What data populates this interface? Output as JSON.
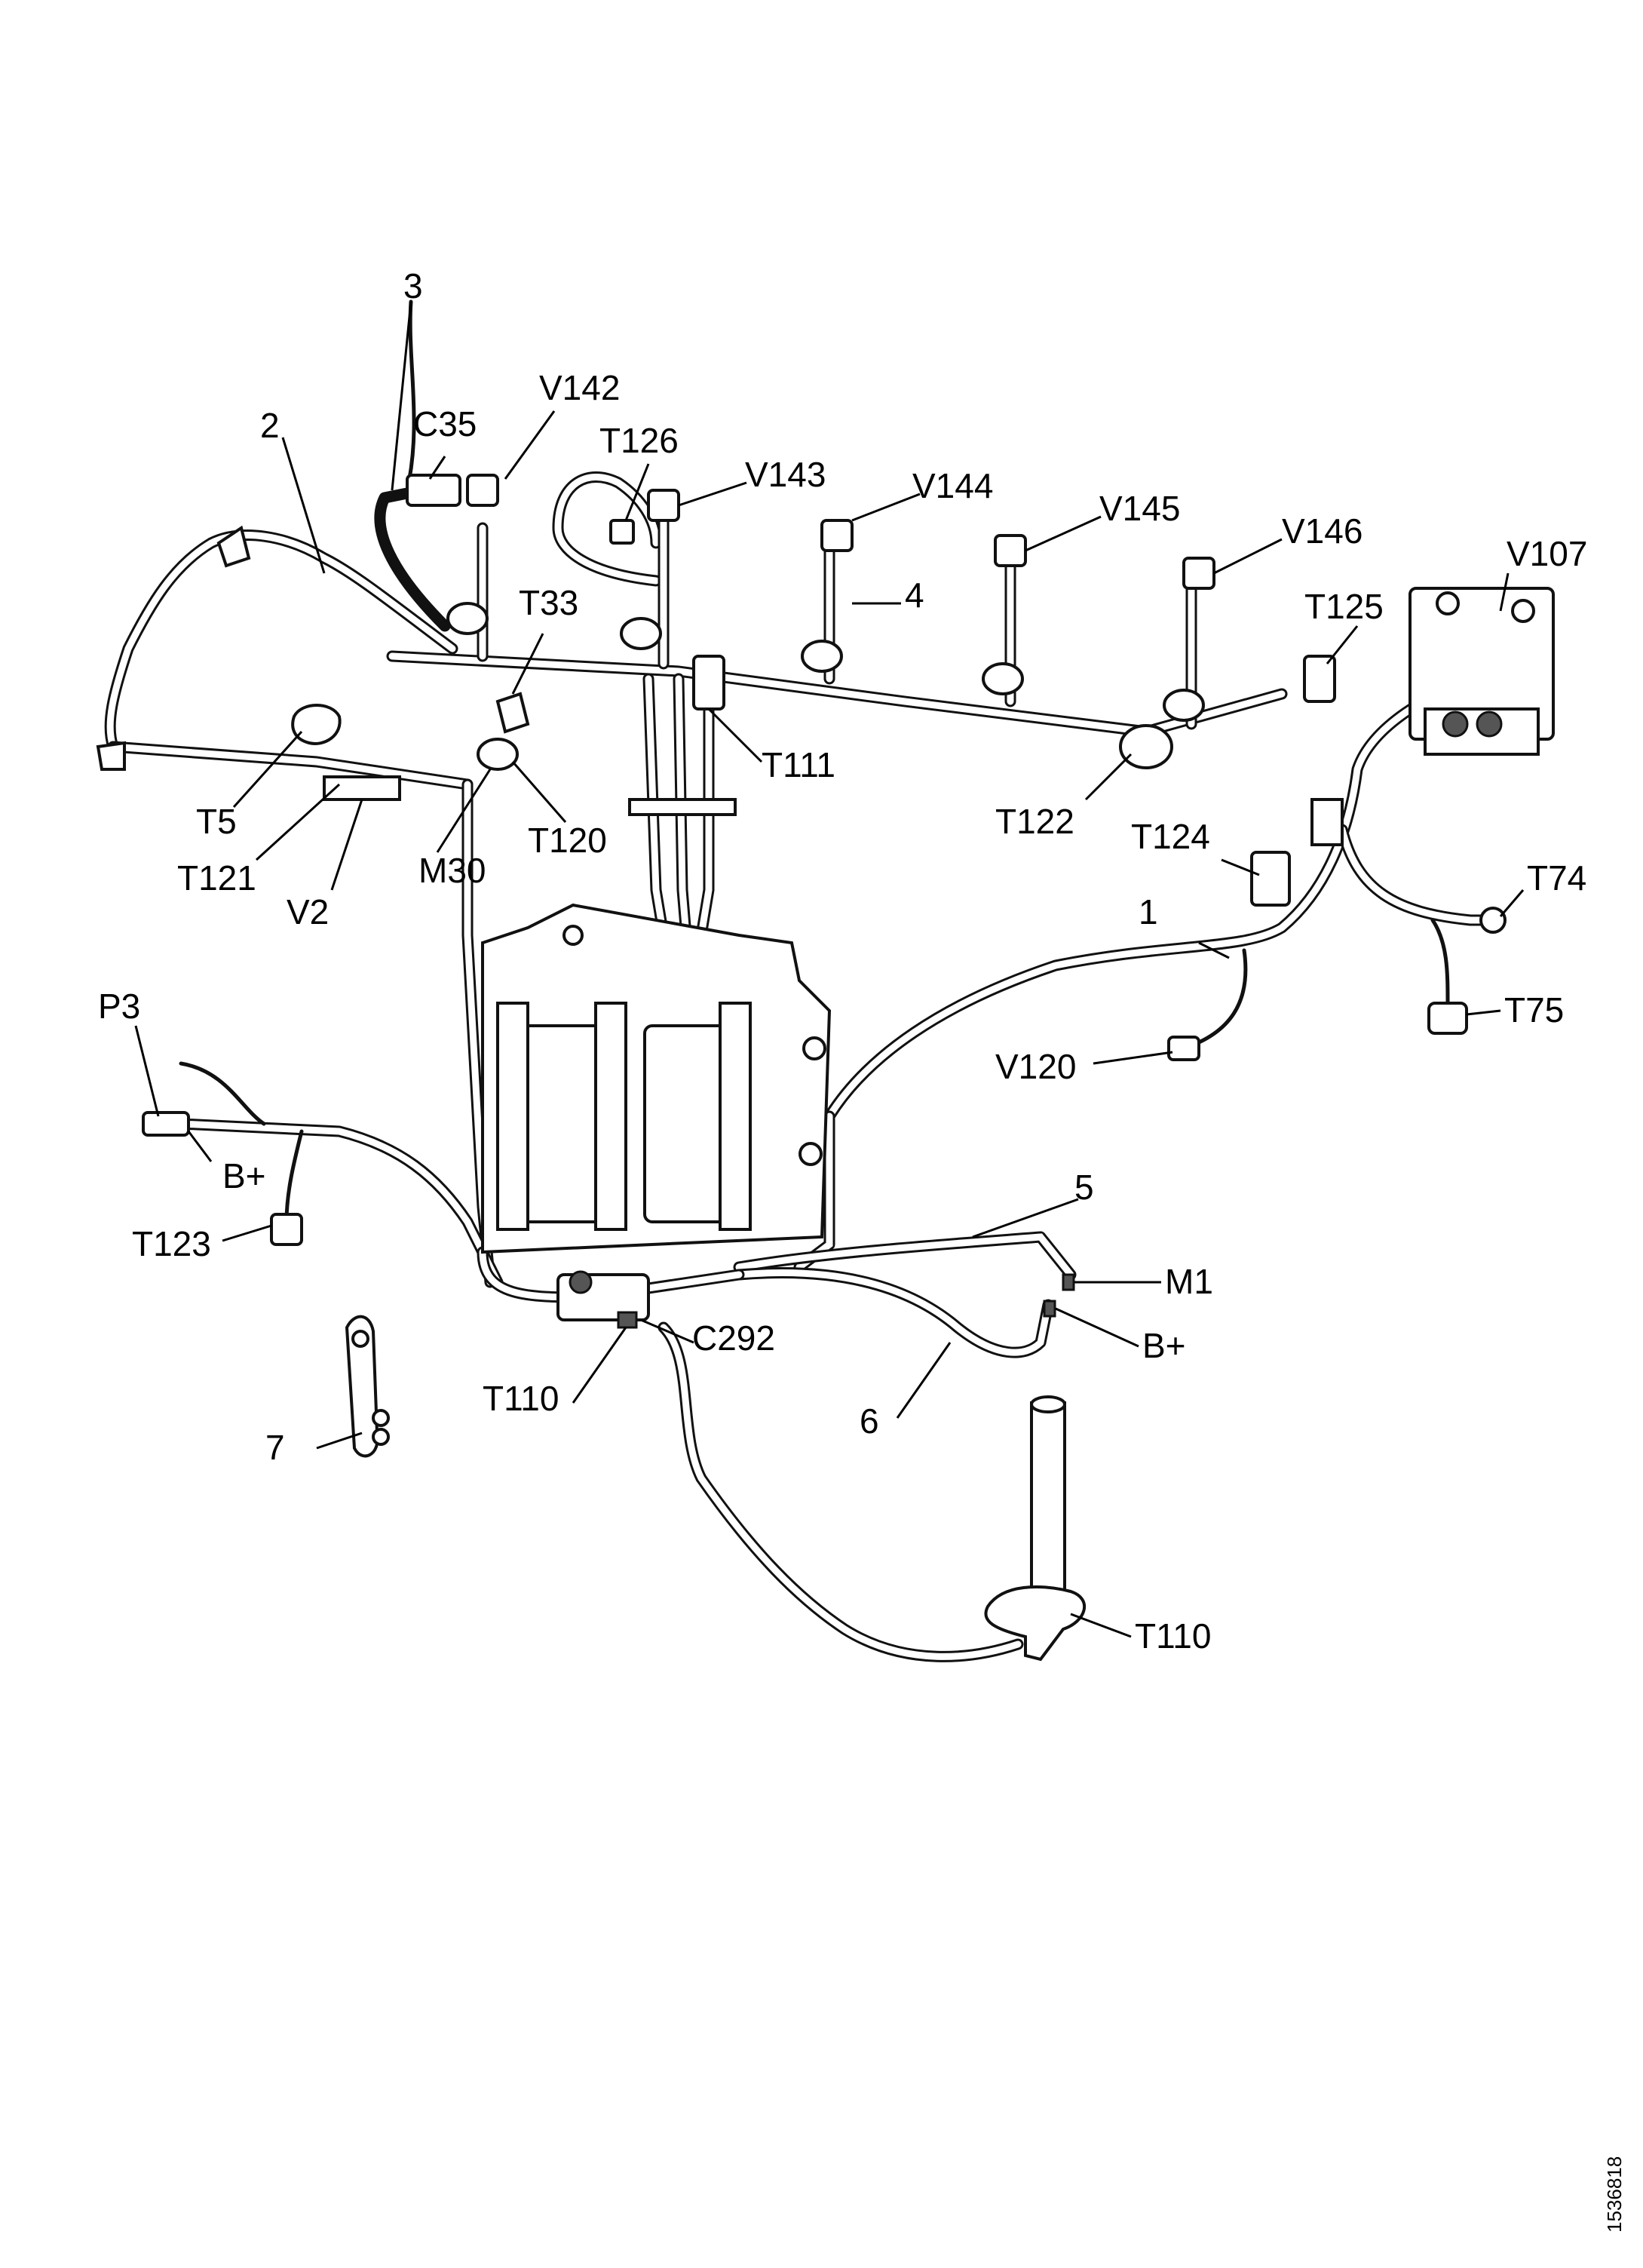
{
  "labels": {
    "n1": "1",
    "n2": "2",
    "n3": "3",
    "n4": "4",
    "n5": "5",
    "n6": "6",
    "n7": "7",
    "v142": "V142",
    "c35": "C35",
    "t126": "T126",
    "v143": "V143",
    "v144": "V144",
    "v145": "V145",
    "v146": "V146",
    "v107": "V107",
    "t125": "T125",
    "t33": "T33",
    "t111": "T111",
    "t122": "T122",
    "t124": "T124",
    "t74": "T74",
    "t75": "T75",
    "v120": "V120",
    "t5": "T5",
    "t121": "T121",
    "v2": "V2",
    "m30": "M30",
    "t120": "T120",
    "p3": "P3",
    "bplus_left": "B+",
    "t123": "T123",
    "m1": "M1",
    "bplus_right": "B+",
    "c292": "C292",
    "t110_center": "T110",
    "t110_right": "T110"
  },
  "document_id": "1536818"
}
